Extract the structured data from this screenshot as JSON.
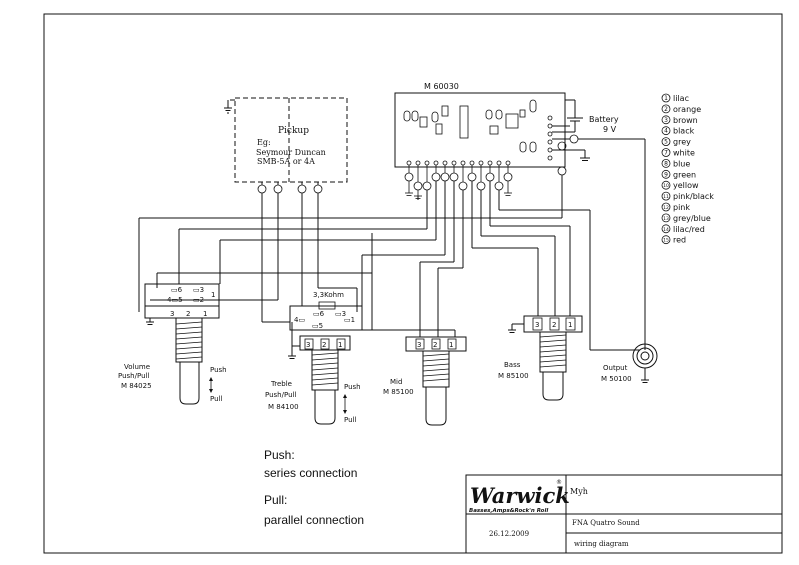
{
  "pickup": {
    "title": "Pickup",
    "line1": "Eg:",
    "line2": "Seymour Duncan",
    "line3": "SMB-5A or 4A"
  },
  "module": {
    "label": "M 60030"
  },
  "battery": {
    "label": "Battery",
    "voltage": "9 V"
  },
  "resistor_label": "3,3Kohm",
  "volume": {
    "line1": "Volume",
    "line2": "Push/Pull",
    "line3": "M 84025",
    "push": "Push",
    "pull": "Pull"
  },
  "treble": {
    "line1": "Treble",
    "line2": "Push/Pull",
    "line3": "M 84100",
    "push": "Push",
    "pull": "Pull"
  },
  "mid": {
    "line1": "Mid",
    "line2": "M 85100"
  },
  "bass": {
    "line1": "Bass",
    "line2": "M 85100"
  },
  "output": {
    "line1": "Output",
    "line2": "M 50100"
  },
  "legend": [
    {
      "num": "1",
      "color": "lilac"
    },
    {
      "num": "2",
      "color": "orange"
    },
    {
      "num": "3",
      "color": "brown"
    },
    {
      "num": "4",
      "color": "black"
    },
    {
      "num": "5",
      "color": "grey"
    },
    {
      "num": "7",
      "color": "white"
    },
    {
      "num": "8",
      "color": "blue"
    },
    {
      "num": "9",
      "color": "green"
    },
    {
      "num": "10",
      "color": "yellow"
    },
    {
      "num": "11",
      "color": "pink/black"
    },
    {
      "num": "12",
      "color": "pink"
    },
    {
      "num": "13",
      "color": "grey/blue"
    },
    {
      "num": "14",
      "color": "lilac/red"
    },
    {
      "num": "15",
      "color": "red"
    }
  ],
  "notes": {
    "push_title": "Push:",
    "push_text": "series connection",
    "pull_title": "Pull:",
    "pull_text": "parallel connection"
  },
  "titleblock": {
    "brand": "Warwick",
    "tagline": "Basses,Amps&Rock'n Roll",
    "author": "Myh",
    "date": "26.12.2009",
    "project": "FNA Quatro Sound",
    "doc_type": "wiring diagram"
  }
}
